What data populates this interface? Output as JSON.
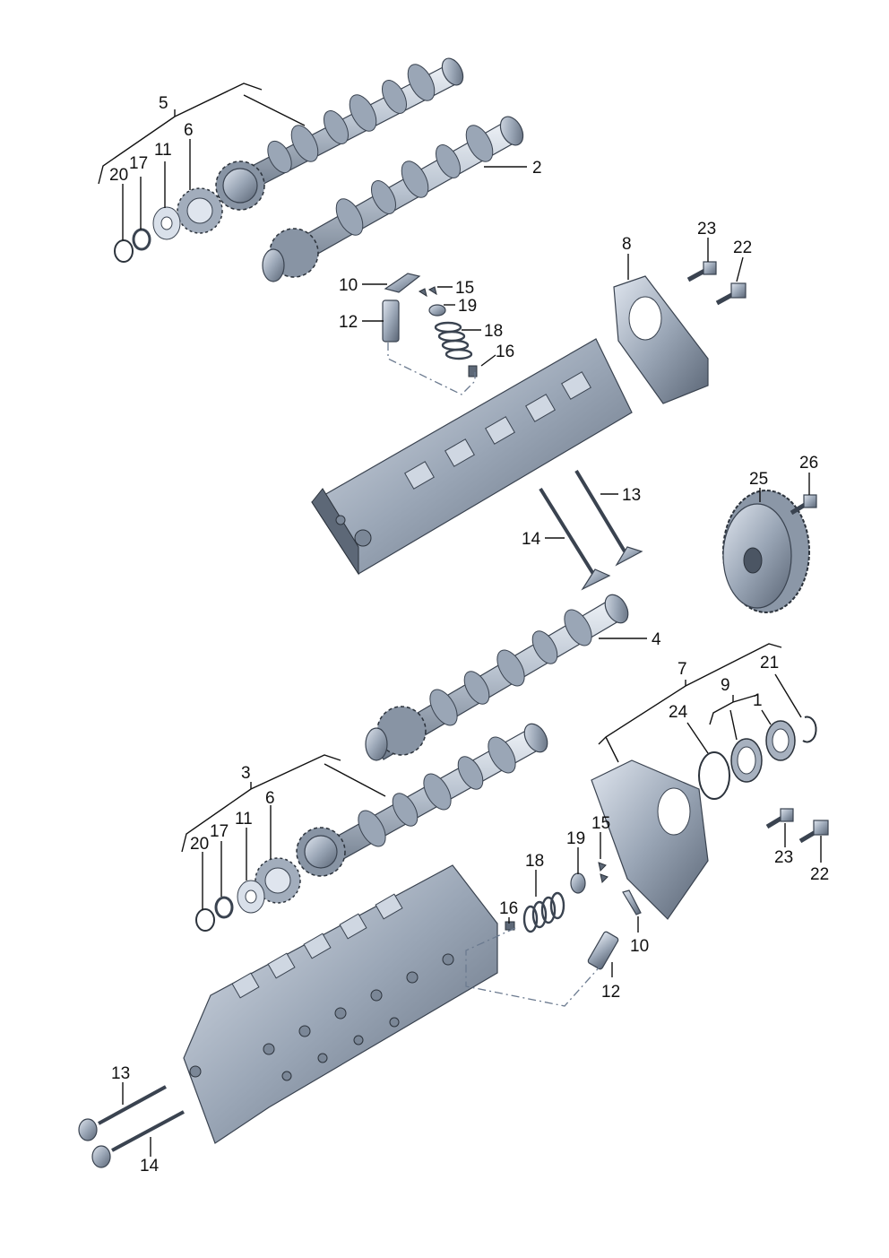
{
  "callouts": [
    {
      "id": "c5-top",
      "text": "5"
    },
    {
      "id": "c2",
      "text": "2"
    },
    {
      "id": "c6-top",
      "text": "6"
    },
    {
      "id": "c11-top",
      "text": "11"
    },
    {
      "id": "c17-top",
      "text": "17"
    },
    {
      "id": "c20-top",
      "text": "20"
    },
    {
      "id": "c8",
      "text": "8"
    },
    {
      "id": "c23-top",
      "text": "23"
    },
    {
      "id": "c22-top",
      "text": "22"
    },
    {
      "id": "c10-top",
      "text": "10"
    },
    {
      "id": "c15-top",
      "text": "15"
    },
    {
      "id": "c12-top",
      "text": "12"
    },
    {
      "id": "c19-top",
      "text": "19"
    },
    {
      "id": "c18-top",
      "text": "18"
    },
    {
      "id": "c16-top",
      "text": "16"
    },
    {
      "id": "c26",
      "text": "26"
    },
    {
      "id": "c25",
      "text": "25"
    },
    {
      "id": "c13-mid",
      "text": "13"
    },
    {
      "id": "c14-mid",
      "text": "14"
    },
    {
      "id": "c4",
      "text": "4"
    },
    {
      "id": "c7",
      "text": "7"
    },
    {
      "id": "c21",
      "text": "21"
    },
    {
      "id": "c9",
      "text": "9"
    },
    {
      "id": "c1",
      "text": "1"
    },
    {
      "id": "c24",
      "text": "24"
    },
    {
      "id": "c3",
      "text": "3"
    },
    {
      "id": "c6-low",
      "text": "6"
    },
    {
      "id": "c11-low",
      "text": "11"
    },
    {
      "id": "c17-low",
      "text": "17"
    },
    {
      "id": "c20-low",
      "text": "20"
    },
    {
      "id": "c15-low",
      "text": "15"
    },
    {
      "id": "c19-low",
      "text": "19"
    },
    {
      "id": "c18-low",
      "text": "18"
    },
    {
      "id": "c16-low",
      "text": "16"
    },
    {
      "id": "c10-low",
      "text": "10"
    },
    {
      "id": "c12-low",
      "text": "12"
    },
    {
      "id": "c23-low",
      "text": "23"
    },
    {
      "id": "c22-low",
      "text": "22"
    },
    {
      "id": "c13-low",
      "text": "13"
    },
    {
      "id": "c14-low",
      "text": "14"
    }
  ]
}
